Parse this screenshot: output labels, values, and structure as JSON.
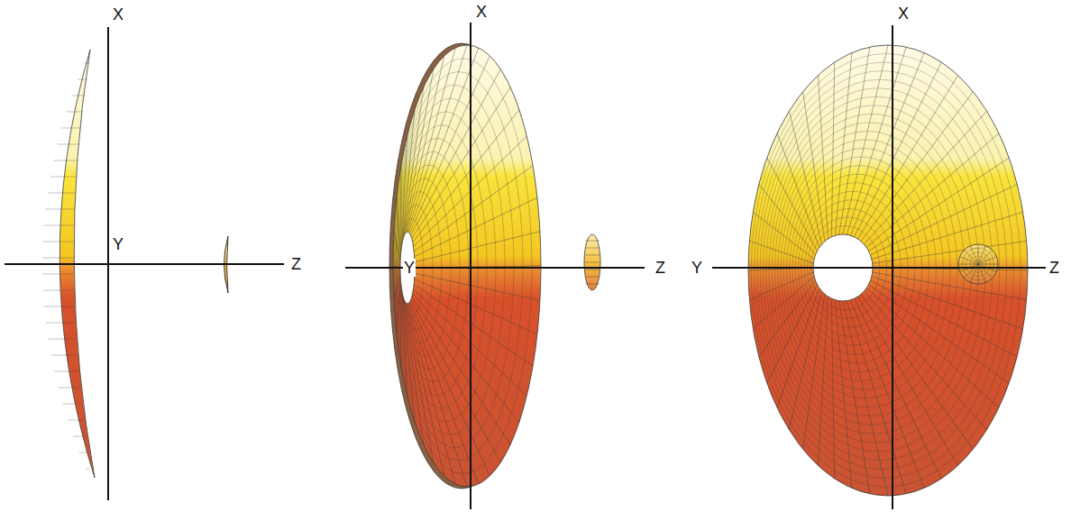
{
  "diagram": {
    "labels": [
      "X",
      "Y",
      "Z",
      "X",
      "Y",
      "Z",
      "X",
      "Y",
      "Z"
    ]
  }
}
